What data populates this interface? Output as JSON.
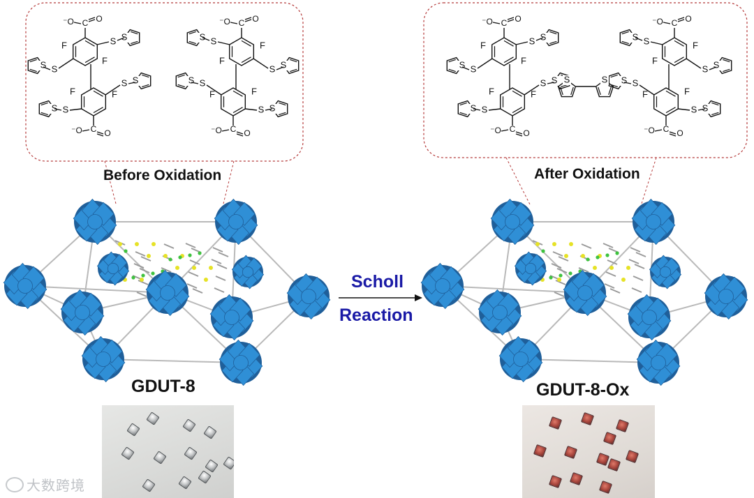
{
  "labels": {
    "before": "Before Oxidation",
    "after": "After Oxidation",
    "left_mof": "GDUT-8",
    "right_mof": "GDUT-8-Ox",
    "arrow_top": "Scholl",
    "arrow_bottom": "Reaction"
  },
  "chem_labels": {
    "sulfur": "S",
    "fluorine": "F",
    "carboxylate_left": "⁻O",
    "carboxylate_right": "O",
    "carbon": "C",
    "minus": "⁻"
  },
  "watermark": "大数跨境",
  "colors": {
    "dashed_border": "#b53a3a",
    "cluster_blue": "#2f8fd6",
    "cluster_dark": "#1f5f9a",
    "arrow_text": "#1a1aa6",
    "linker_gray": "#9a9a9a",
    "sulfur_yellow": "#e6e226",
    "fluorine_green": "#3fc23f"
  }
}
